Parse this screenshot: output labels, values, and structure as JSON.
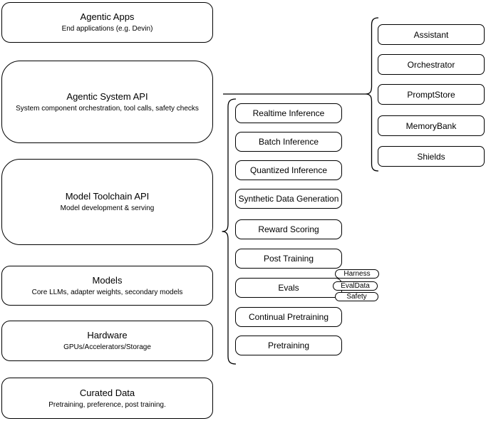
{
  "diagram": {
    "stack": [
      {
        "title": "Agentic Apps",
        "subtitle": "End applications (e.g. Devin)"
      },
      {
        "title": "Agentic System API",
        "subtitle": "System component orchestration, tool calls, safety checks"
      },
      {
        "title": "Model Toolchain API",
        "subtitle": "Model development & serving"
      },
      {
        "title": "Models",
        "subtitle": "Core LLMs, adapter weights, secondary models"
      },
      {
        "title": "Hardware",
        "subtitle": "GPUs/Accelerators/Storage"
      },
      {
        "title": "Curated Data",
        "subtitle": "Pretraining, preference, post training."
      }
    ],
    "toolchain_services": [
      {
        "label": "Realtime Inference"
      },
      {
        "label": "Batch Inference"
      },
      {
        "label": "Quantized Inference"
      },
      {
        "label": "Synthetic Data Generation"
      },
      {
        "label": "Reward Scoring"
      },
      {
        "label": "Post Training"
      },
      {
        "label": "Evals"
      },
      {
        "label": "Continual Pretraining"
      },
      {
        "label": "Pretraining"
      }
    ],
    "eval_tags": [
      {
        "label": "Harness"
      },
      {
        "label": "EvalData"
      },
      {
        "label": "Safety"
      }
    ],
    "system_components": [
      {
        "label": "Assistant"
      },
      {
        "label": "Orchestrator"
      },
      {
        "label": "PromptStore"
      },
      {
        "label": "MemoryBank"
      },
      {
        "label": "Shields"
      }
    ],
    "colors": {
      "stroke": "#000000",
      "fill": "#ffffff",
      "text": "#000000"
    }
  }
}
